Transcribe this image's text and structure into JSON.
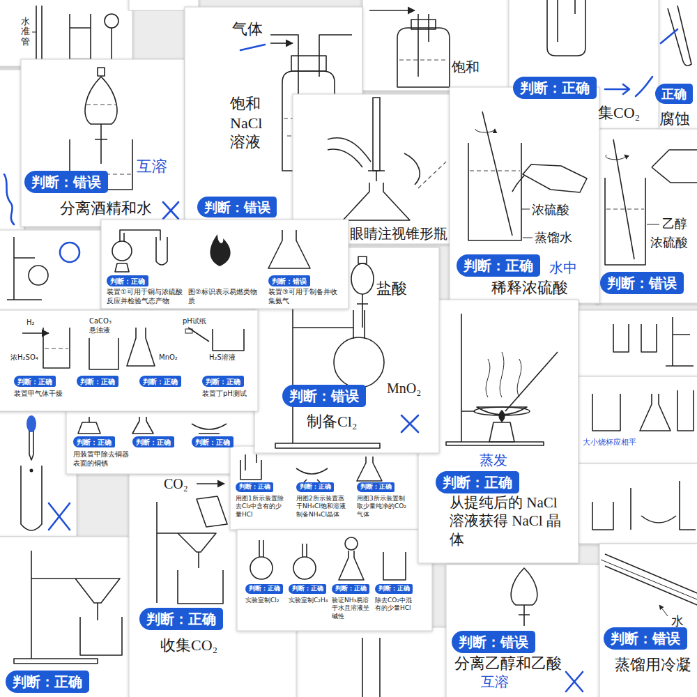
{
  "diagram": {
    "nodes": [
      {
        "text": [
          "水准管"
        ]
      },
      {
        "text": [
          "气体",
          "饱和 NaCl 溶液"
        ]
      },
      {
        "text": [
          "判断：错误"
        ],
        "in": 1
      },
      {
        "text": [
          "饱和"
        ]
      },
      {
        "text": [
          "集CO₂"
        ]
      },
      {
        "text": [
          "判断：正确"
        ],
        "in": 4
      },
      {
        "text": [
          "腐蚀"
        ]
      },
      {
        "text": [
          "正确"
        ],
        "in": 6
      },
      {
        "text": [
          "分离酒精和水"
        ]
      },
      {
        "text": [
          "判断：错误"
        ],
        "in": 8
      },
      {
        "text": [
          "眼睛注视锥形瓶"
        ]
      },
      {
        "text": [
          "浓硫酸",
          "蒸馏水",
          "稀释浓硫酸"
        ]
      },
      {
        "text": [
          "判断：正确"
        ],
        "in": 11
      },
      {
        "text": [
          "乙醇",
          "浓硫酸"
        ]
      },
      {
        "text": [
          "判断：错误"
        ],
        "in": 13
      },
      {
        "text": [
          "装置①可用于铜与浓硫酸反应并检验气态产物",
          "图②标识表示易燃类物质",
          "装置③可用于制备并收集氨气"
        ]
      },
      {
        "text": [
          "判断：正确"
        ],
        "in": 15
      },
      {
        "text": [
          "判断：错误"
        ],
        "in": 15
      },
      {
        "text": [
          "H₂",
          "浓H₂SO₄",
          "CaCO₃ 悬浊液",
          "MnO₂",
          "pH试纸",
          "H₂S溶液",
          "装置甲气体干燥",
          "装置丁pH测试"
        ]
      },
      {
        "text": [
          "判断：正确"
        ],
        "in": 18
      },
      {
        "text": [
          "判断：正确"
        ],
        "in": 18
      },
      {
        "text": [
          "判断：正确"
        ],
        "in": 18
      },
      {
        "text": [
          "判断：正确"
        ],
        "in": 18
      },
      {
        "text": [
          "盐酸",
          "MnO₂",
          "制备Cl₂"
        ]
      },
      {
        "text": [
          "判断：错误"
        ],
        "in": 23
      },
      {
        "text": [
          "从提纯后的 NaCl 溶液获得 NaCl 晶体"
        ]
      },
      {
        "text": [
          "判断：正确"
        ],
        "in": 25
      },
      {
        "text": [
          "用装置甲除去铜器表面的铜锈"
        ]
      },
      {
        "text": [
          "判断：正确"
        ],
        "in": 27
      },
      {
        "text": [
          "判断：正确"
        ],
        "in": 27
      },
      {
        "text": [
          "判断：正确"
        ],
        "in": 27
      },
      {
        "text": [
          "用图1所示装置除去Cl₂中含有的少量HCl",
          "用图2所示装置蒸干NH₄Cl饱和溶液制备NH₄Cl晶体",
          "用图3所示装置制取少量纯净的CO₂气体"
        ]
      },
      {
        "text": [
          "判断：正确"
        ],
        "in": 31
      },
      {
        "text": [
          "判断：正确"
        ],
        "in": 31
      },
      {
        "text": [
          "判断：正确"
        ],
        "in": 31
      },
      {
        "text": [
          "CO₂",
          "收集CO₂"
        ]
      },
      {
        "text": [
          "判断：正确"
        ],
        "in": 35
      },
      {
        "text": [
          "实验室制Cl₂",
          "实验室制C₂H₄",
          "验证NH₃易溶于水且溶液呈碱性",
          "除去CO₂中混有的少量HCl"
        ]
      },
      {
        "text": [
          "判断：正确"
        ],
        "in": 37
      },
      {
        "text": [
          "判断：正确"
        ],
        "in": 37
      },
      {
        "text": [
          "判断：正确"
        ],
        "in": 37
      },
      {
        "text": [
          "判断：正确"
        ],
        "in": 37
      },
      {
        "text": [
          "分离乙醇和乙酸"
        ]
      },
      {
        "text": [
          "判断：错误"
        ],
        "in": 42
      },
      {
        "text": [
          "水",
          "蒸馏用冷凝"
        ]
      },
      {
        "text": [
          "判断：错误"
        ],
        "in": 44
      },
      {
        "text": [
          "判断：正确"
        ]
      }
    ],
    "labels": [
      "互溶",
      "水中",
      "蒸发",
      "大小烧杯应相平",
      "互溶"
    ]
  }
}
